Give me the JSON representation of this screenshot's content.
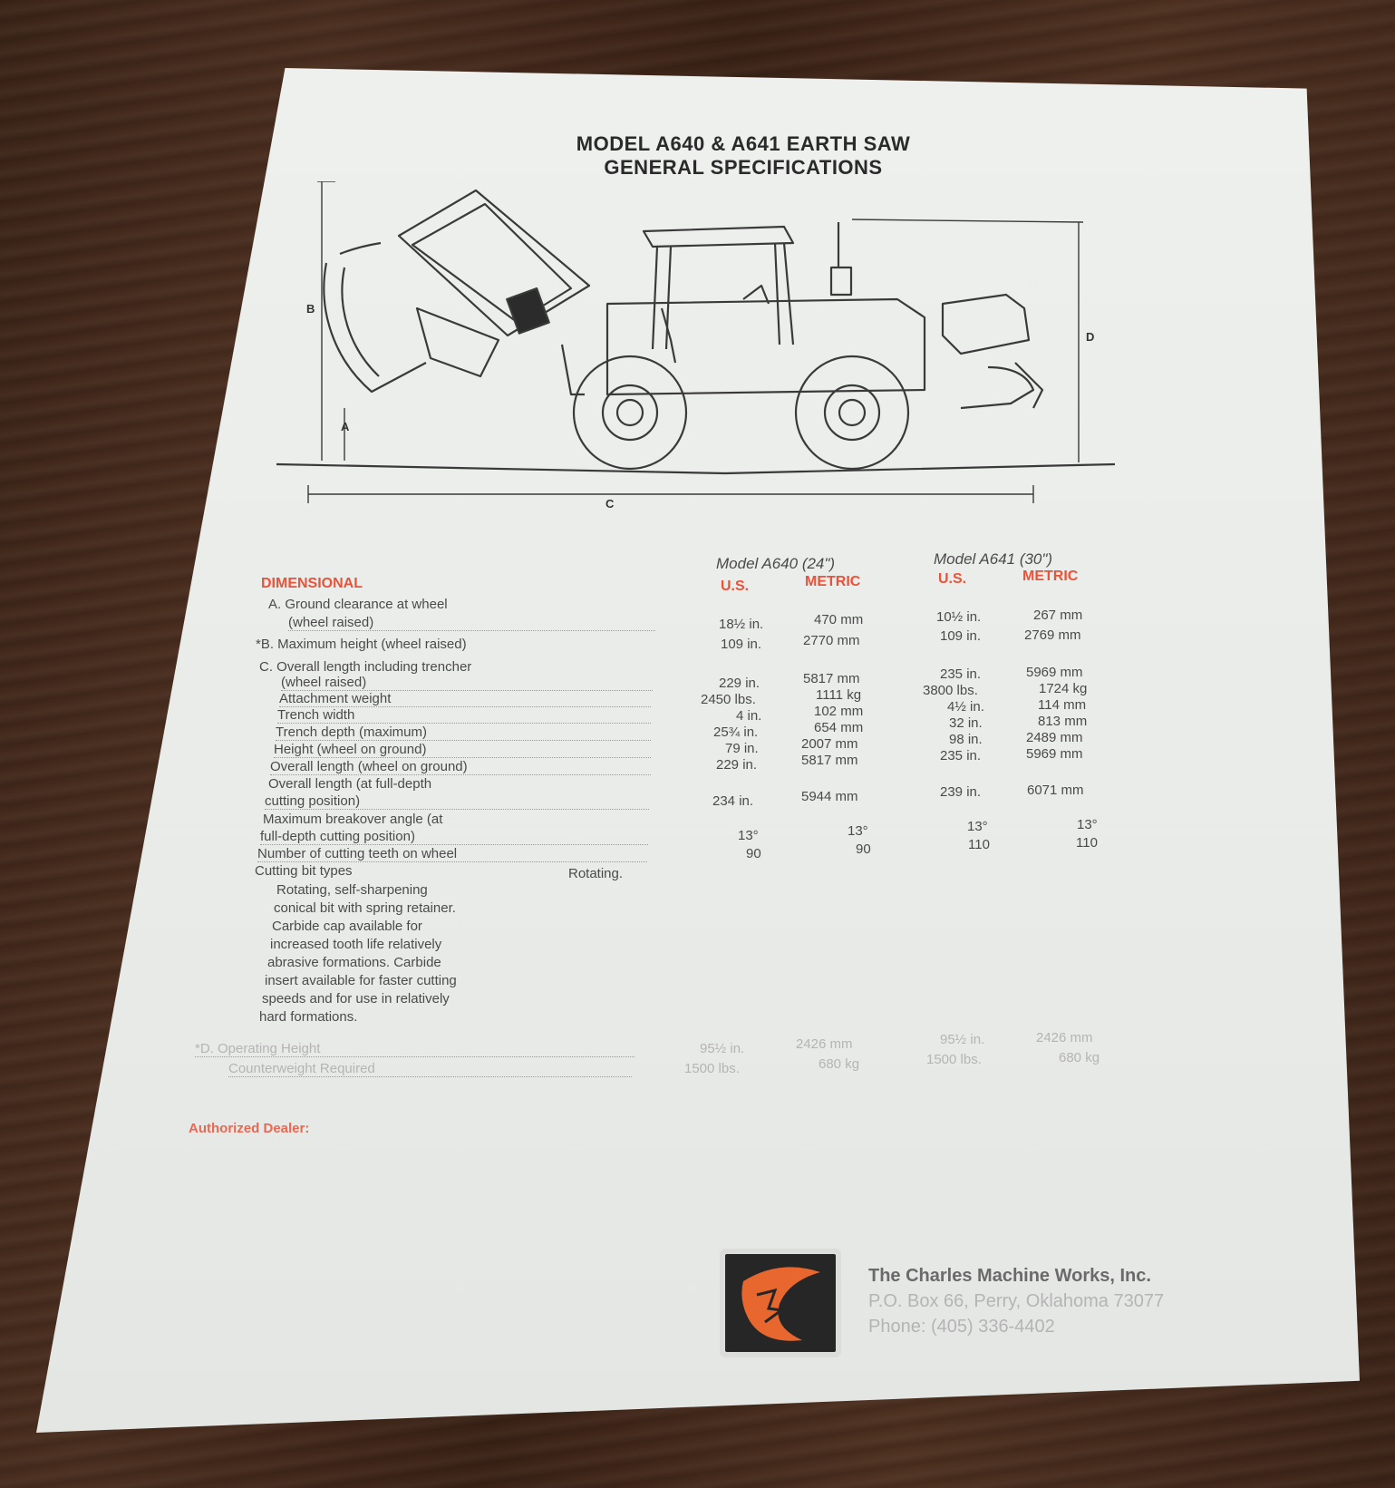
{
  "title": {
    "line1": "MODEL A640 & A641 EARTH SAW",
    "line2": "GENERAL SPECIFICATIONS"
  },
  "diagram": {
    "labels": {
      "a": "A",
      "b": "B",
      "c": "C",
      "d": "D"
    }
  },
  "section_label": "DIMENSIONAL",
  "models": [
    {
      "name": "Model A640 (24\")",
      "us": "U.S.",
      "metric": "METRIC"
    },
    {
      "name": "Model A641 (30\")",
      "us": "U.S.",
      "metric": "METRIC"
    }
  ],
  "specs": {
    "a_line1": "A. Ground clearance at wheel",
    "a_line2": "(wheel raised)",
    "b_label": "*B. Maximum height (wheel raised)",
    "c_line1": "C. Overall length including trencher",
    "c_line2": "(wheel raised)",
    "attach": "Attachment weight",
    "width": "Trench width",
    "depth": "Trench depth (maximum)",
    "height": "Height (wheel on ground)",
    "olen": "Overall length (wheel on ground)",
    "ofull1": "Overall length (at full-depth",
    "ofull2": "cutting position)",
    "break1": "Maximum breakover angle (at",
    "break2": "full-depth cutting position)",
    "teeth": "Number of cutting teeth on wheel",
    "bit": "Cutting bit types",
    "bit_value": "Rotating.",
    "desc": [
      "Rotating, self-sharpening",
      "conical bit with spring retainer.",
      "Carbide cap available for",
      "increased tooth life relatively",
      "abrasive formations. Carbide",
      "insert available for faster cutting",
      "speeds and for use in relatively",
      "hard formations."
    ],
    "d_label": "*D. Operating Height",
    "counter": "Counterweight Required"
  },
  "values": {
    "a640_a_us": "18½ in.",
    "a640_a_m": "470 mm",
    "a641_a_us": "10½ in.",
    "a641_a_m": "267 mm",
    "a640_b_us": "109 in.",
    "a640_b_m": "2770 mm",
    "a641_b_us": "109 in.",
    "a641_b_m": "2769 mm",
    "a640_c_us": "229 in.",
    "a640_c_m": "5817 mm",
    "a641_c_us": "235 in.",
    "a641_c_m": "5969 mm",
    "a640_w_us": "2450 lbs.",
    "a640_w_m": "1111 kg",
    "a641_w_us": "3800 lbs.",
    "a641_w_m": "1724 kg",
    "a640_tw_us": "4 in.",
    "a640_tw_m": "102 mm",
    "a641_tw_us": "4½ in.",
    "a641_tw_m": "114 mm",
    "a640_td_us": "25¾ in.",
    "a640_td_m": "654 mm",
    "a641_td_us": "32 in.",
    "a641_td_m": "813 mm",
    "a640_h_us": "79 in.",
    "a640_h_m": "2007 mm",
    "a641_h_us": "98 in.",
    "a641_h_m": "2489 mm",
    "a640_ol_us": "229 in.",
    "a640_ol_m": "5817 mm",
    "a641_ol_us": "235 in.",
    "a641_ol_m": "5969 mm",
    "a640_of_us": "234 in.",
    "a640_of_m": "5944 mm",
    "a641_of_us": "239 in.",
    "a641_of_m": "6071 mm",
    "a640_ang_us": "13°",
    "a640_ang_m": "13°",
    "a641_ang_us": "13°",
    "a641_ang_m": "13°",
    "a640_t_us": "90",
    "a640_t_m": "90",
    "a641_t_us": "110",
    "a641_t_m": "110",
    "a640_d_us": "95½ in.",
    "a640_d_m": "2426 mm",
    "a641_d_us": "95½ in.",
    "a641_d_m": "2426 mm",
    "a640_cw_us": "1500 lbs.",
    "a640_cw_m": "680 kg",
    "a641_cw_us": "1500 lbs.",
    "a641_cw_m": "680 kg"
  },
  "dealer_label": "Authorized Dealer:",
  "company": {
    "name": "The Charles Machine Works, Inc.",
    "address": "P.O. Box 66, Perry, Oklahoma 73077",
    "phone": "Phone: (405) 336-4402"
  },
  "colors": {
    "accent": "#e8533a",
    "paper": "#eceeec",
    "logo_bg": "#262626",
    "logo_mark": "#e8672e"
  }
}
